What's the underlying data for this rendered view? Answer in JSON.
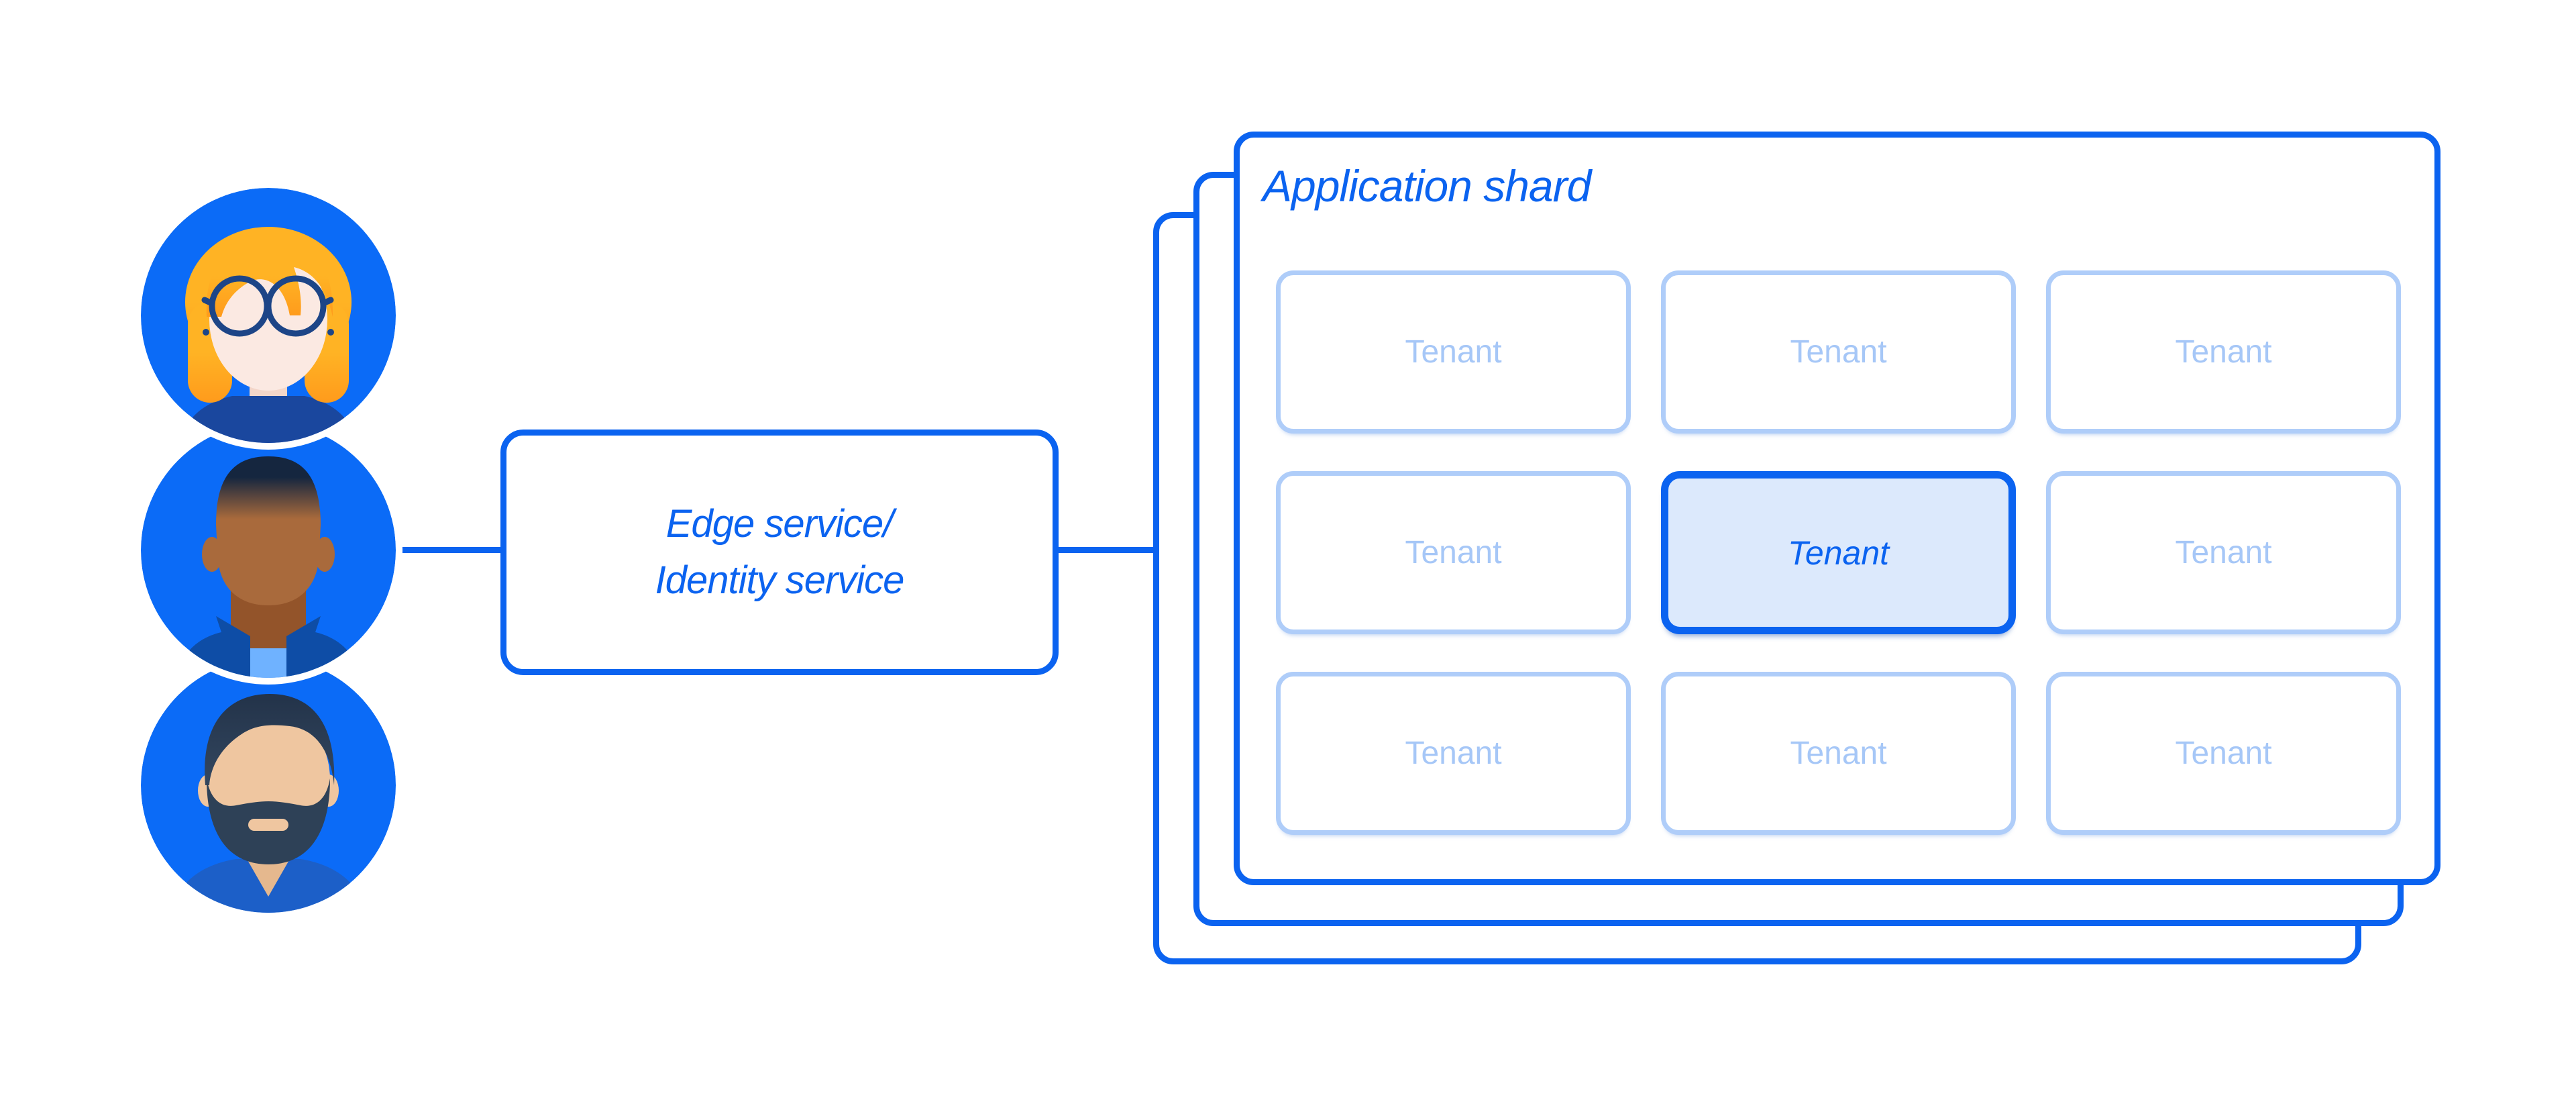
{
  "diagram": {
    "users": [
      {
        "icon": "woman-glasses-avatar"
      },
      {
        "icon": "short-hair-man-avatar"
      },
      {
        "icon": "bearded-man-avatar"
      }
    ],
    "edge_service_box": {
      "label_line1": "Edge service/",
      "label_line2": "Identity service"
    },
    "application_shard": {
      "title": "Application shard",
      "stacked_card_count": 3,
      "tenants": [
        {
          "label": "Tenant",
          "highlighted": false
        },
        {
          "label": "Tenant",
          "highlighted": false
        },
        {
          "label": "Tenant",
          "highlighted": false
        },
        {
          "label": "Tenant",
          "highlighted": false
        },
        {
          "label": "Tenant",
          "highlighted": true
        },
        {
          "label": "Tenant",
          "highlighted": false
        },
        {
          "label": "Tenant",
          "highlighted": false
        },
        {
          "label": "Tenant",
          "highlighted": false
        },
        {
          "label": "Tenant",
          "highlighted": false
        }
      ]
    },
    "colors": {
      "primary_blue": "#0B63F0",
      "avatar_circle_blue": "#0B6BF7",
      "tenant_border_light": "#AFCDF9",
      "tenant_text_light": "#A6C7F7",
      "tenant_highlight_fill": "#DCE9FC",
      "background": "#FFFFFF"
    }
  }
}
